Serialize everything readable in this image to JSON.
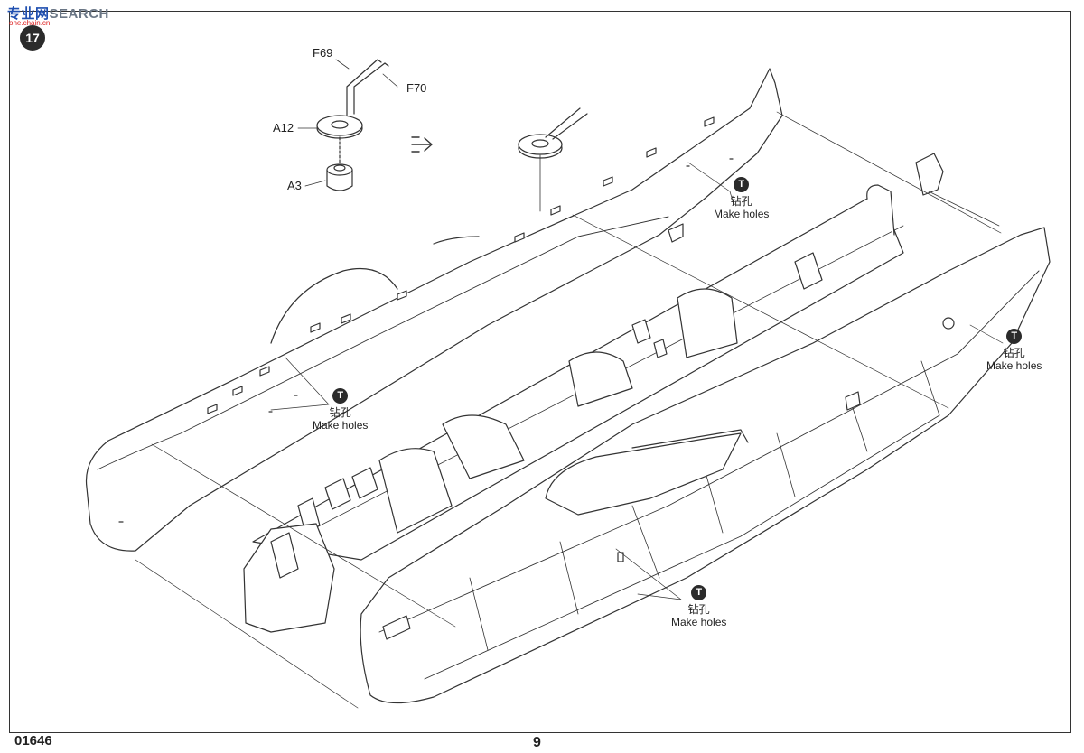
{
  "watermark": {
    "cn_text": "专业网",
    "en_text": "SEARCH",
    "url_text": "one.chain.cn"
  },
  "step_number": "17",
  "parts": {
    "f69": "F69",
    "f70": "F70",
    "a12": "A12",
    "a3": "A3"
  },
  "make_holes": [
    {
      "cn": "钻孔",
      "en": "Make holes",
      "icon": "T"
    },
    {
      "cn": "钻孔",
      "en": "Make holes",
      "icon": "T"
    },
    {
      "cn": "钻孔",
      "en": "Make holes",
      "icon": "T"
    },
    {
      "cn": "钻孔",
      "en": "Make holes",
      "icon": "T"
    }
  ],
  "footer": {
    "kit_code": "01646",
    "page_number": "9"
  }
}
